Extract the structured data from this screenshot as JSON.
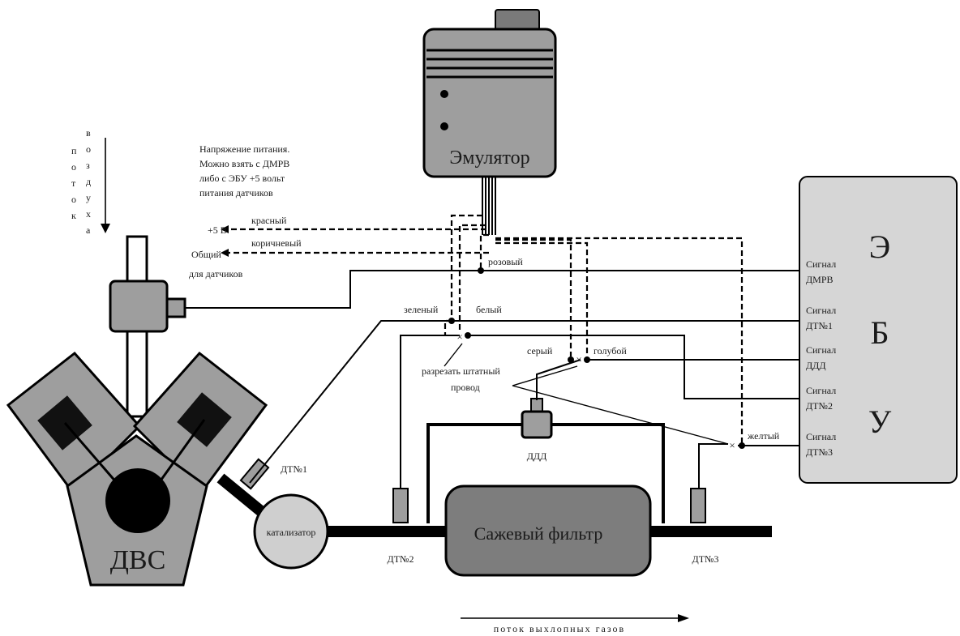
{
  "emulator": {
    "label": "Эмулятор"
  },
  "ecu": {
    "letters": [
      "Э",
      "Б",
      "У"
    ]
  },
  "engine": {
    "label": "ДВС"
  },
  "catalyst": {
    "label": "катализатор"
  },
  "filter": {
    "label": "Сажевый фильтр"
  },
  "air_flow": {
    "label": [
      "в",
      "о",
      "з",
      "д",
      "у",
      "х",
      "а"
    ],
    "label2": [
      "п",
      "о",
      "т",
      "о",
      "к"
    ]
  },
  "exhaust_flow": {
    "label": "поток выхлопных газов"
  },
  "supply_note": {
    "lines": [
      "Напряжение питания.",
      "Можно взять с ДМРВ",
      "либо  с  ЭБУ +5 вольт",
      "питания      датчиков"
    ]
  },
  "outputs": {
    "plus5": "+5 В",
    "common_line1": "Общий",
    "common_line2": "для датчиков"
  },
  "wires": {
    "red": "красный",
    "brown": "коричневый",
    "pink": "розовый",
    "green": "зеленый",
    "white": "белый",
    "gray": "серый",
    "blue": "голубой",
    "yellow": "желтый"
  },
  "cut_note": {
    "line1": "разрезать штатный",
    "line2": "провод"
  },
  "signals": [
    {
      "line1": "Сигнал",
      "line2": "ДМРВ"
    },
    {
      "line1": "Сигнал",
      "line2": "ДТ№1"
    },
    {
      "line1": "Сигнал",
      "line2": "ДДД"
    },
    {
      "line1": "Сигнал",
      "line2": "ДТ№2"
    },
    {
      "line1": "Сигнал",
      "line2": "ДТ№3"
    }
  ],
  "sensors": {
    "dt1": "ДТ№1",
    "dt2": "ДТ№2",
    "dt3": "ДТ№3",
    "ddd": "ДДД"
  }
}
